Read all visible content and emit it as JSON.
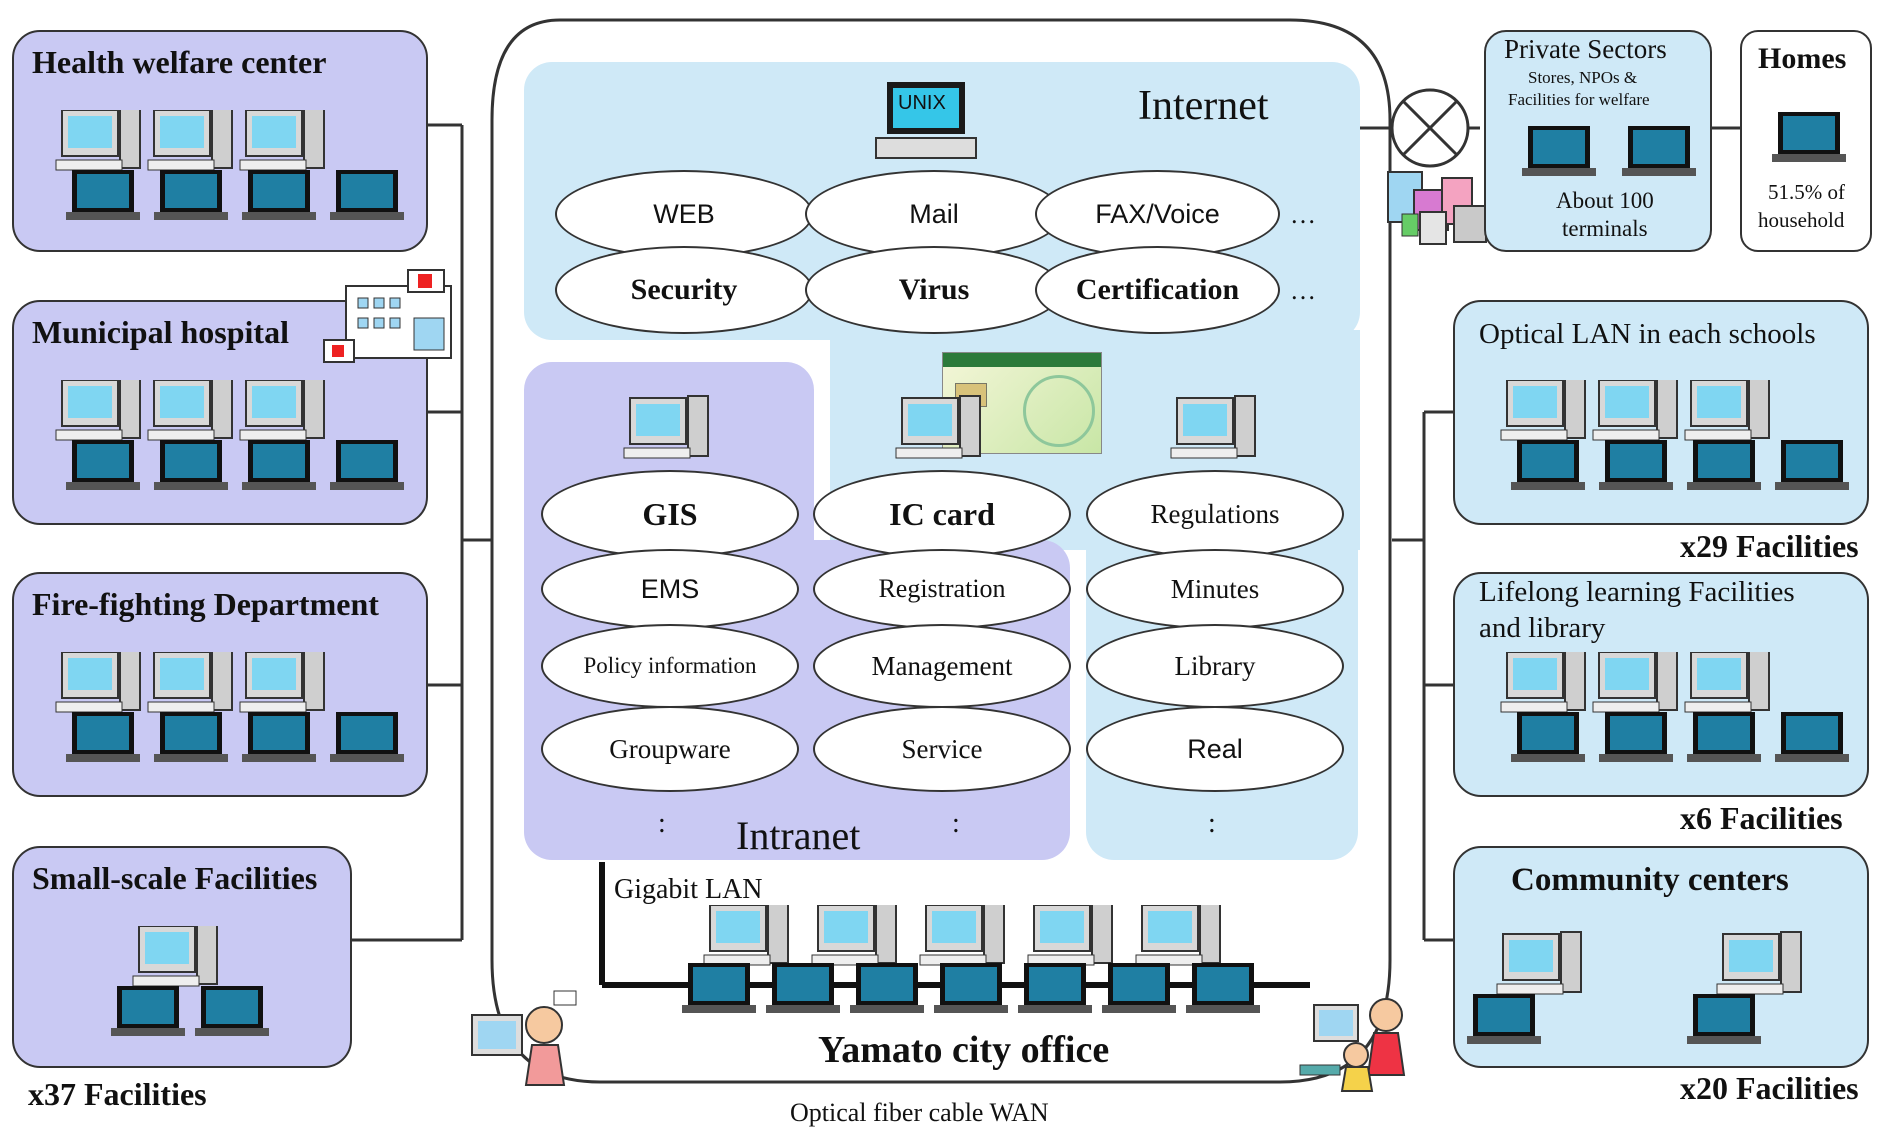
{
  "left_groups": [
    {
      "name": "Health welfare center"
    },
    {
      "name": "Municipal hospital"
    },
    {
      "name": "Fire-fighting Department"
    },
    {
      "name": "Small-scale Facilities",
      "count": "x37 Facilities"
    }
  ],
  "center": {
    "internet_label": "Internet",
    "unix_label": "UNIX",
    "internet_services_row1": [
      "WEB",
      "Mail",
      "FAX/Voice"
    ],
    "internet_services_row2": [
      "Security",
      "Virus",
      "Certification"
    ],
    "ellipsis": "…",
    "intranet_label": "Intranet",
    "col1": [
      "GIS",
      "EMS",
      "Policy information",
      "Groupware"
    ],
    "col2": [
      "IC card",
      "Registration",
      "Management",
      "Service"
    ],
    "col3": [
      "Regulations",
      "Minutes",
      "Library",
      "Real"
    ],
    "vdots": ":",
    "gigabit": "Gigabit LAN",
    "office": "Yamato city office",
    "wan": "Optical fiber cable WAN"
  },
  "right": {
    "private_title": "Private Sectors",
    "private_sub": "Stores, NPOs &",
    "private_sub2": "Facilities for welfare",
    "private_terminals": "About 100",
    "private_terminals2": "terminals",
    "homes_title": "Homes",
    "homes_pct": "51.5% of",
    "homes_pct2": "household",
    "schools_title": "Optical LAN in each schools",
    "schools_count": "x29 Facilities",
    "lifelong_title": "Lifelong learning Facilities",
    "lifelong_title2": "and library",
    "lifelong_count": "x6 Facilities",
    "community_title": "Community centers",
    "community_count": "x20 Facilities"
  }
}
